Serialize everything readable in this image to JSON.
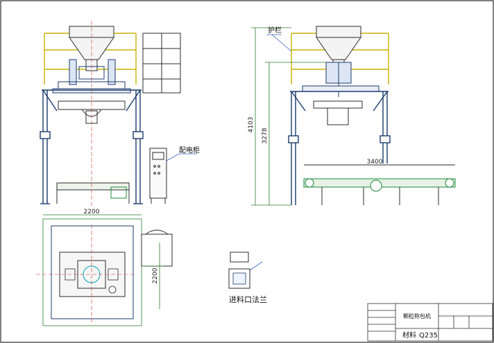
{
  "colors": {
    "frame": "#000000",
    "structure": "#1a3a6b",
    "outline": "#2b2b2b",
    "rail": "#c8b400",
    "green": "#1a8a3a",
    "cyan": "#00a0b0",
    "red": "#d03030",
    "dimension": "#2a7a2a",
    "leader": "#3060c0"
  },
  "labels": {
    "guardrail": "护栏",
    "control_cabinet": "配电柜",
    "inlet_flange": "进料口法兰",
    "title_name": "颗粒称包机",
    "material": "材料",
    "material_grade": "Q235"
  },
  "dimensions": {
    "plan_width": "2200",
    "plan_depth": "2200",
    "total_height": "4103",
    "platform_height": "3278",
    "conveyor_length": "3400"
  }
}
